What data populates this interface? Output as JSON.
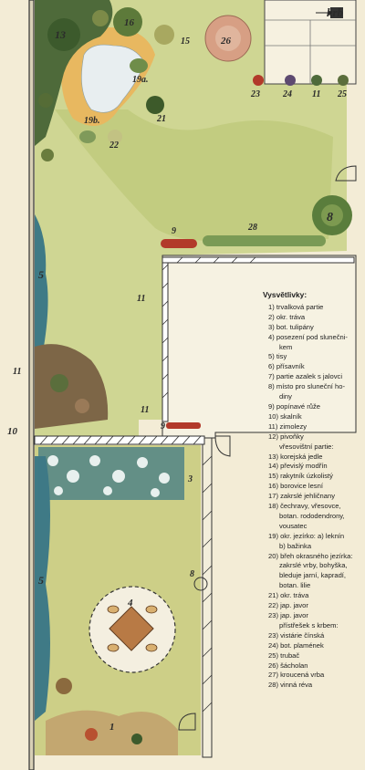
{
  "plan": {
    "labels": {
      "krb": "krb",
      "n13": "13",
      "n16": "16",
      "n15": "15",
      "n26": "26",
      "n19a": "19a.",
      "n19b": "19b.",
      "n21": "21",
      "n22": "22",
      "n23": "23",
      "n24": "24",
      "n11a": "11",
      "n25": "25",
      "n8a": "8",
      "n9a": "9",
      "n28": "28",
      "n5a": "5",
      "n11b": "11",
      "n11c": "11",
      "n11d": "11",
      "n10": "10",
      "n9b": "9",
      "n3": "3",
      "n5b": "5",
      "n8b": "8",
      "n4": "4",
      "n1": "1"
    }
  },
  "legend": {
    "title": "Vysvětlivky:",
    "items": [
      "1) trvalková partie",
      "2) okr. tráva",
      "3) bot. tulipány",
      "4) posezení pod slunečni-",
      "kem",
      "5) tisy",
      "6) přísavník",
      "7) partie azalek s jalovci",
      "8) místo pro sluneční ho-",
      "diny",
      "9) popínavé růže",
      "10) skalník",
      "11) zimolezy",
      "12) pivoňky",
      "vřesovištní partie:",
      "13) korejská jedle",
      "14) převislý modřín",
      "15) rakytník úzkolistý",
      "16) borovice lesní",
      "17) zakrslé jehličnany",
      "18) čechravy, vřesovce,",
      "botan. rododendrony,",
      "vousatec",
      "19) okr. jezírko: a) leknín",
      "b) bažinka",
      "20) břeh okrasného jezírka:",
      "zakrslé vrby, bohyška,",
      "bleduje jarní, kapradí,",
      "botan. lilie",
      "21) okr. tráva",
      "22) jap. javor",
      "23) jap. javor",
      "přístřešek s krbem:",
      "23) vistárie čínská",
      "24) bot. plamének",
      "25) trubač",
      "26) šácholan",
      "27) kroucená vrba",
      "28) vinná réva"
    ],
    "continuations": [
      4,
      9,
      14,
      21,
      22,
      24,
      26,
      27,
      28,
      32
    ]
  }
}
